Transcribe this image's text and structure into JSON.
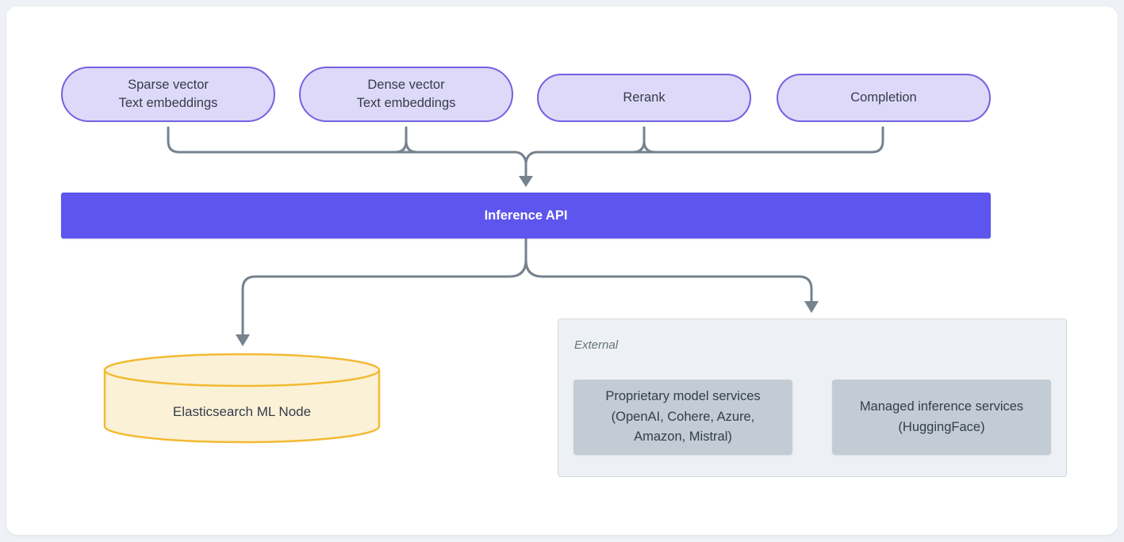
{
  "diagram": {
    "inputs": [
      {
        "id": "sparse",
        "label": "Sparse vector\nText embeddings"
      },
      {
        "id": "dense",
        "label": "Dense vector\nText embeddings"
      },
      {
        "id": "rerank",
        "label": "Rerank"
      },
      {
        "id": "completion",
        "label": "Completion"
      }
    ],
    "inference_api": {
      "label": "Inference API"
    },
    "elasticsearch_node": {
      "label": "Elasticsearch ML Node"
    },
    "external_group": {
      "label": "External",
      "services": [
        {
          "label": "Proprietary model services\n(OpenAI, Cohere, Azure,\nAmazon, Mistral)"
        },
        {
          "label": "Managed inference services\n(HuggingFace)"
        }
      ]
    }
  },
  "colors": {
    "page_bg": "#eef1f5",
    "card_bg": "#ffffff",
    "pill_fill": "#ded9f8",
    "pill_border": "#7163e3",
    "pill_text": "#353c4a",
    "bar_fill": "#5e55ee",
    "bar_text": "#ffffff",
    "connector": "#76828e",
    "cylinder_fill": "#fbf1d7",
    "cylinder_border": "#f2ba33",
    "cylinder_text": "#353c4a",
    "external_fill": "#edf1f5",
    "external_border": "#d3d9df",
    "external_label": "#66727f",
    "service_fill": "#c3ccd4",
    "service_text": "#323e4b"
  }
}
